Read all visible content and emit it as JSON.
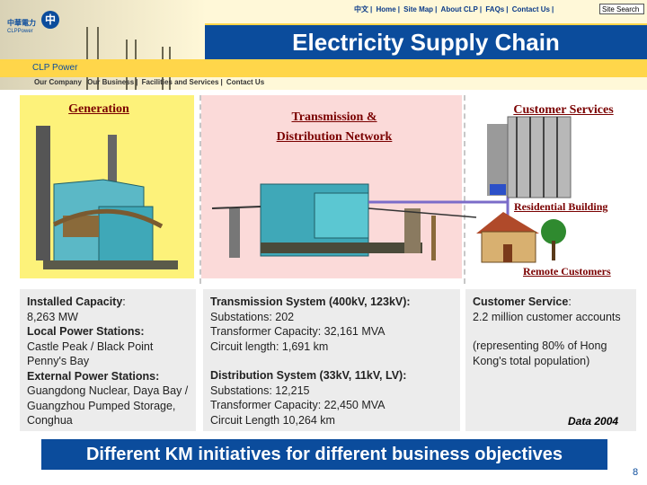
{
  "header": {
    "logo_cn": "中華電力",
    "logo_en": "CLPPower",
    "logo_mark": "中",
    "topnav": [
      "中文",
      "Home",
      "Site Map",
      "About CLP",
      "FAQs",
      "Contact Us"
    ],
    "search_label": "Site Search",
    "title": "Electricity Supply Chain",
    "brand": "CLP Power",
    "subnav": [
      "Our Company",
      "Our Business",
      "Facilities and Services",
      "Contact Us"
    ]
  },
  "panels": {
    "generation": {
      "title": "Generation"
    },
    "transmission": {
      "title_line1": "Transmission &",
      "title_line2": "Distribution Network"
    },
    "customer": {
      "title": "Customer Services",
      "residential_label": "Residential Building",
      "remote_label": "Remote Customers"
    }
  },
  "info": {
    "generation": {
      "capacity_label": "Installed Capacity",
      "capacity_value": "8,263 MW",
      "local_label": "Local Power Stations:",
      "local_value": "Castle Peak / Black Point",
      "local_value2": "Penny's Bay",
      "external_label": "External Power Stations:",
      "external_value": "Guangdong Nuclear, Daya Bay / Guangzhou Pumped Storage, Conghua"
    },
    "transmission": {
      "sys_label": "Transmission System (400kV, 123kV):",
      "sys_substations": "Substations: 202",
      "sys_transformer": "Transformer Capacity: 32,161 MVA",
      "sys_circuit": "Circuit length: 1,691 km",
      "dist_label": "Distribution System (33kV, 11kV, LV):",
      "dist_substations": "Substations: 12,215",
      "dist_transformer": "Transformer Capacity: 22,450 MVA",
      "dist_circuit": "Circuit Length 10,264 km"
    },
    "customer": {
      "label": "Customer Service",
      "value": "2.2 million customer accounts",
      "note": "(representing 80% of Hong Kong's total population)",
      "data_year": "Data 2004"
    }
  },
  "footer": {
    "banner": "Different KM initiatives for different business objectives",
    "page_number": "8"
  },
  "colors": {
    "brand_blue": "#0b4c9c",
    "accent_yellow": "#ffd64a",
    "generation_bg": "#fdf27a",
    "transmission_bg": "#fbdad9",
    "title_red": "#7a0000"
  }
}
